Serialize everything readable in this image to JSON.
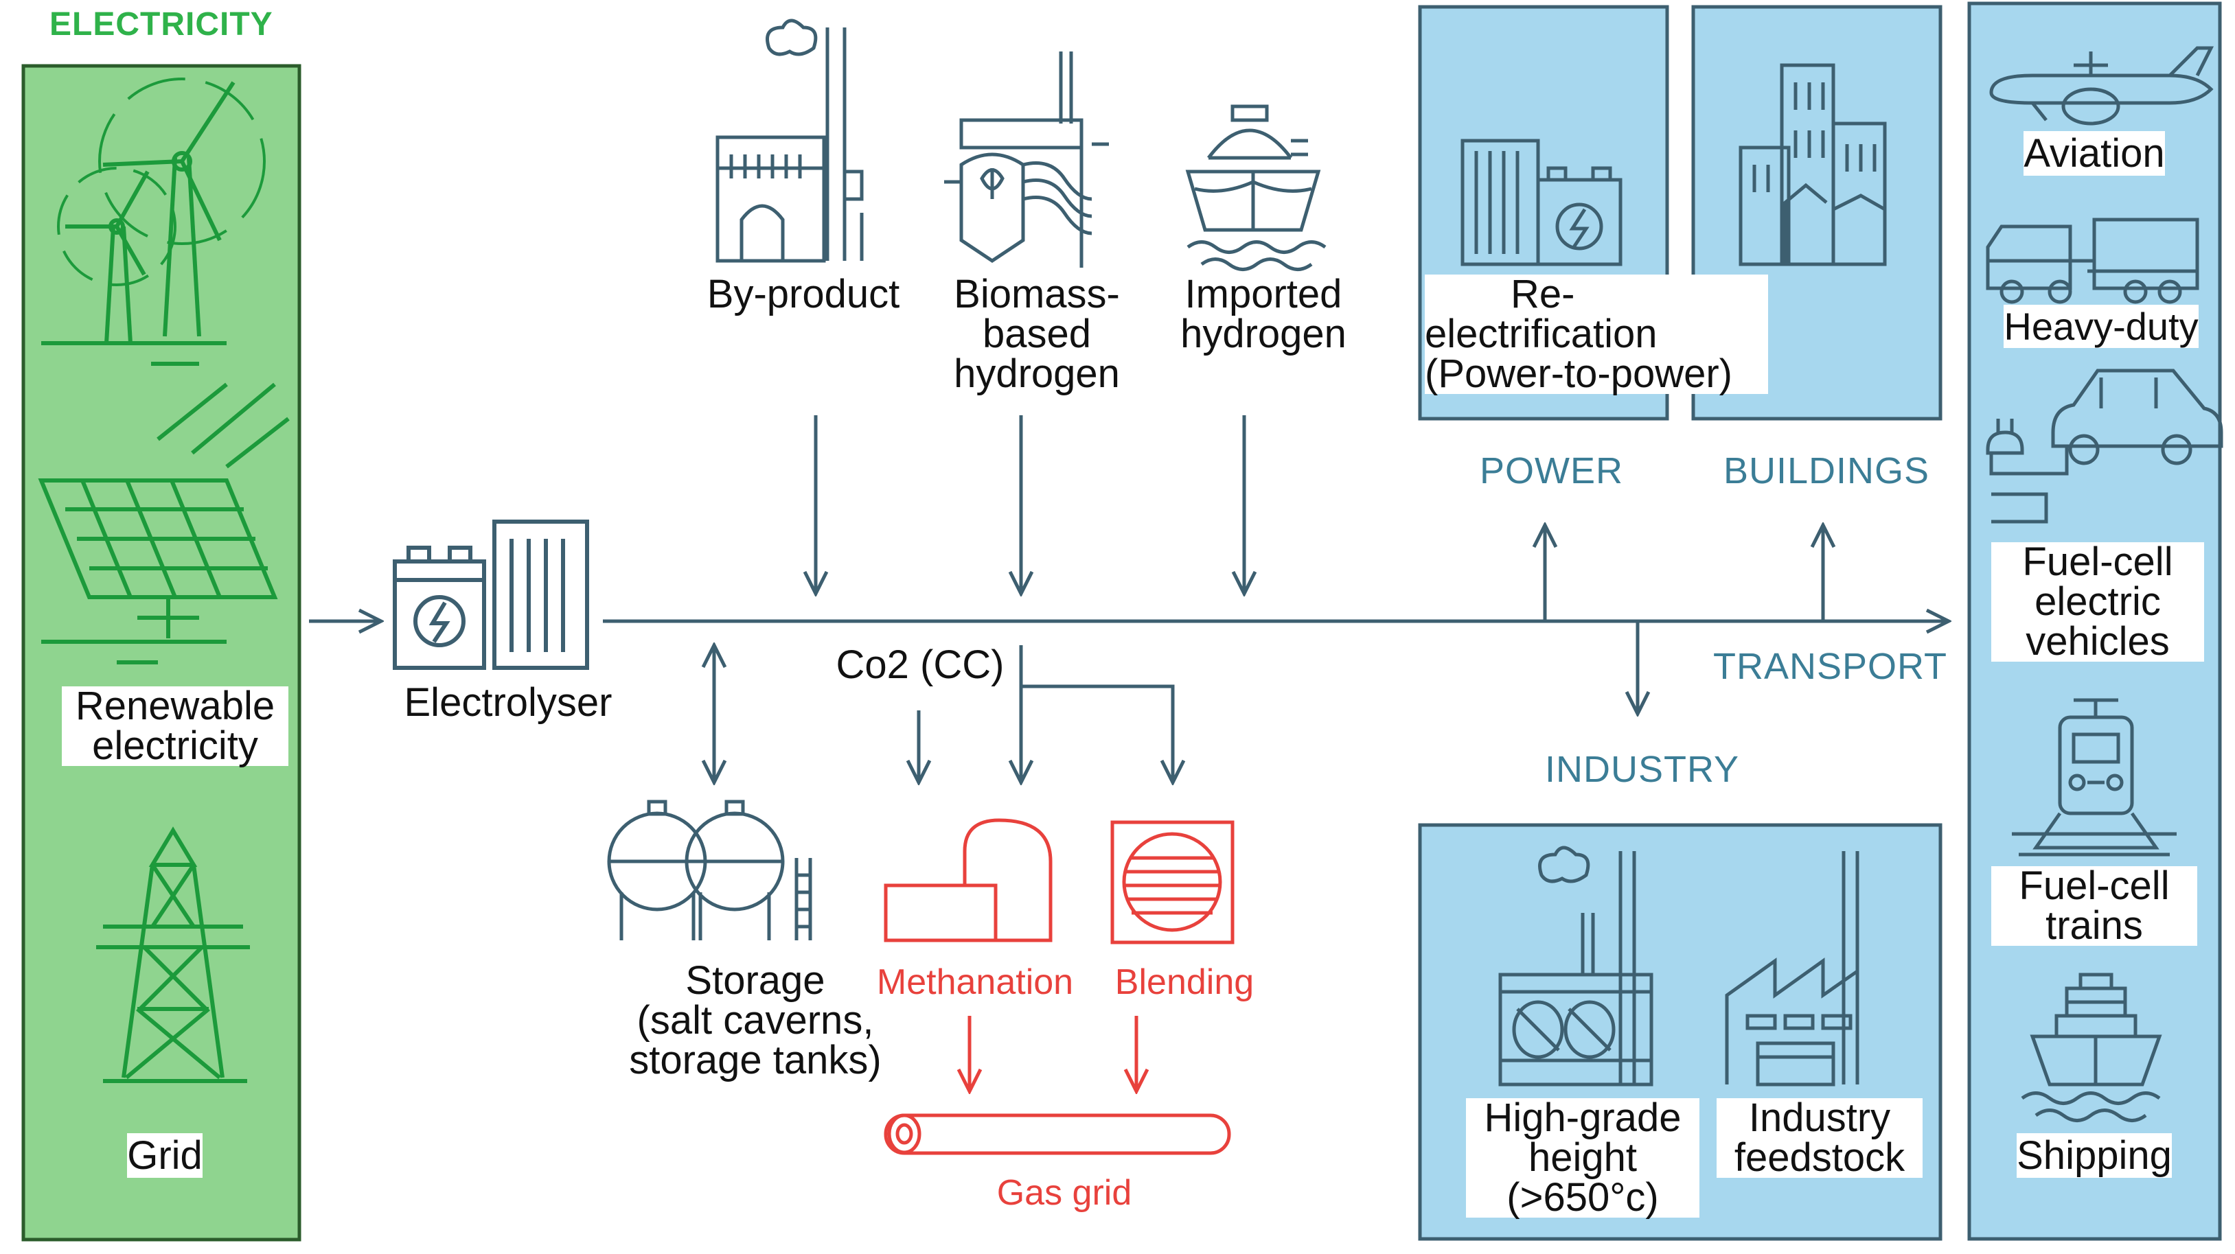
{
  "colors": {
    "green_fill": "#8fd48f",
    "green_stroke": "#1c9a3b",
    "green_text": "#2fb24a",
    "blue_fill": "#a7d7ee",
    "blue_stroke": "#3d5f70",
    "red": "#e8413c",
    "arrow": "#3d5f70"
  },
  "electricity": {
    "title": "ELECTRICITY",
    "renewable_label": [
      "Renewable",
      "electricity"
    ],
    "grid_label": "Grid"
  },
  "electrolyser": {
    "label": "Electrolyser"
  },
  "sources": {
    "byproduct": [
      "By-product"
    ],
    "biomass": [
      "Biomass-",
      "based",
      "hydrogen"
    ],
    "imported": [
      "Imported",
      "hydrogen"
    ]
  },
  "co2_label": "Co2 (CC)",
  "storage": {
    "label": [
      "Storage",
      "(salt caverns,",
      "storage tanks)"
    ]
  },
  "methanation": {
    "label": "Methanation"
  },
  "blending": {
    "label": "Blending"
  },
  "gas_grid": {
    "label": "Gas grid"
  },
  "sectors": {
    "power": "POWER",
    "buildings": "BUILDINGS",
    "transport": "TRANSPORT",
    "industry": "INDUSTRY"
  },
  "power_box": {
    "label": [
      "Re-",
      "electrification",
      "(Power-to-power)"
    ]
  },
  "industry_box": {
    "high_grade": [
      "High-grade",
      "height",
      "(>650°c)"
    ],
    "feedstock": [
      "Industry",
      "feedstock"
    ]
  },
  "transport_box": {
    "aviation": "Aviation",
    "heavy_duty": "Heavy-duty",
    "fcev": [
      "Fuel-cell",
      "electric",
      "vehicles"
    ],
    "trains": [
      "Fuel-cell",
      "trains"
    ],
    "shipping": "Shipping"
  },
  "icons": [
    "wind-turbine-icon",
    "solar-panel-icon",
    "pylon-icon",
    "electrolyser-icon",
    "factory-icon",
    "biomass-plant-icon",
    "ship-tank-icon",
    "storage-tank-icon",
    "methanation-icon",
    "blending-icon",
    "pipe-icon",
    "power-plant-icon",
    "buildings-icon",
    "industry-smoke-icon",
    "factory-feedstock-icon",
    "airplane-icon",
    "truck-icon",
    "car-charging-icon",
    "train-icon",
    "ship-icon"
  ]
}
